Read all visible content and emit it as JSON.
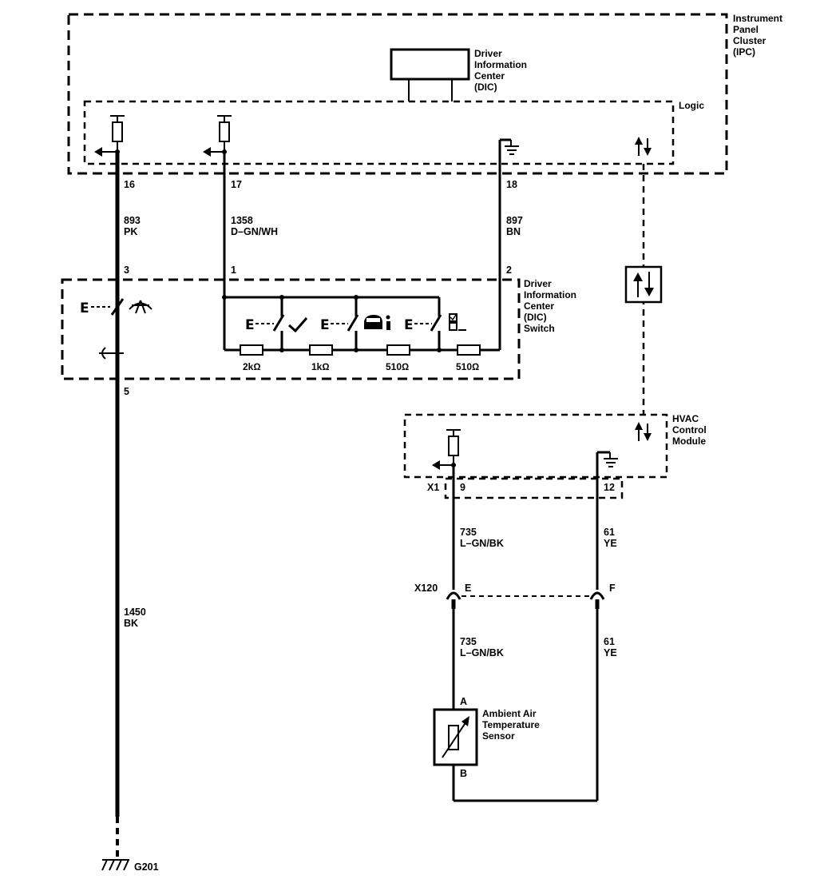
{
  "modules": {
    "ipc": {
      "line1": "Instrument",
      "line2": "Panel",
      "line3": "Cluster",
      "line4": "(IPC)"
    },
    "dic": {
      "line1": "Driver",
      "line2": "Information",
      "line3": "Center",
      "line4": "(DIC)"
    },
    "logic": "Logic",
    "dic_switch": {
      "line1": "Driver",
      "line2": "Information",
      "line3": "Center",
      "line4": "(DIC)",
      "line5": "Switch"
    },
    "hvac": {
      "line1": "HVAC",
      "line2": "Control",
      "line3": "Module"
    },
    "sensor": {
      "line1": "Ambient Air",
      "line2": "Temperature",
      "line3": "Sensor"
    }
  },
  "pins": {
    "ipc_16": "16",
    "ipc_17": "17",
    "ipc_18": "18",
    "sw_3": "3",
    "sw_1": "1",
    "sw_2": "2",
    "sw_5": "5",
    "hvac_conn": "X1",
    "hvac_9": "9",
    "hvac_12": "12",
    "x120": "X120",
    "x120_e": "E",
    "x120_f": "F",
    "sensor_a": "A",
    "sensor_b": "B"
  },
  "wires": {
    "w893": {
      "circuit": "893",
      "color": "PK"
    },
    "w1358": {
      "circuit": "1358",
      "color": "D–GN/WH"
    },
    "w897": {
      "circuit": "897",
      "color": "BN"
    },
    "w1450": {
      "circuit": "1450",
      "color": "BK"
    },
    "w735_top": {
      "circuit": "735",
      "color": "L–GN/BK"
    },
    "w61_top": {
      "circuit": "61",
      "color": "YE"
    },
    "w735_bot": {
      "circuit": "735",
      "color": "L–GN/BK"
    },
    "w61_bot": {
      "circuit": "61",
      "color": "YE"
    }
  },
  "resistors": [
    "2kΩ",
    "1kΩ",
    "510Ω",
    "510Ω"
  ],
  "ground": "G201"
}
